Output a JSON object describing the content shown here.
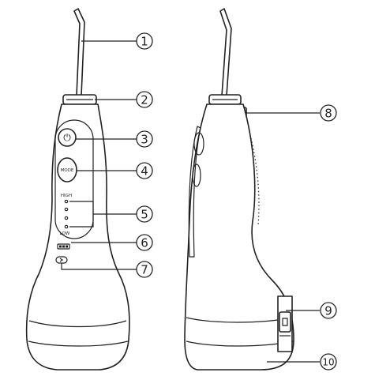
{
  "product_labels": {
    "power_symbol": "⏻",
    "mode_button": "MODE",
    "high_label": "HIGH",
    "low_label": "LOW"
  },
  "callouts": [
    {
      "number": "1",
      "part": "nozzle"
    },
    {
      "number": "2",
      "part": "nozzle-ring"
    },
    {
      "number": "3",
      "part": "power-button"
    },
    {
      "number": "4",
      "part": "mode-button"
    },
    {
      "number": "5",
      "part": "pressure-indicators"
    },
    {
      "number": "6",
      "part": "battery-indicator"
    },
    {
      "number": "7",
      "part": "charge-indicator"
    },
    {
      "number": "8",
      "part": "nozzle-release"
    },
    {
      "number": "9",
      "part": "charging-port"
    },
    {
      "number": "10",
      "part": "water-tank"
    }
  ]
}
